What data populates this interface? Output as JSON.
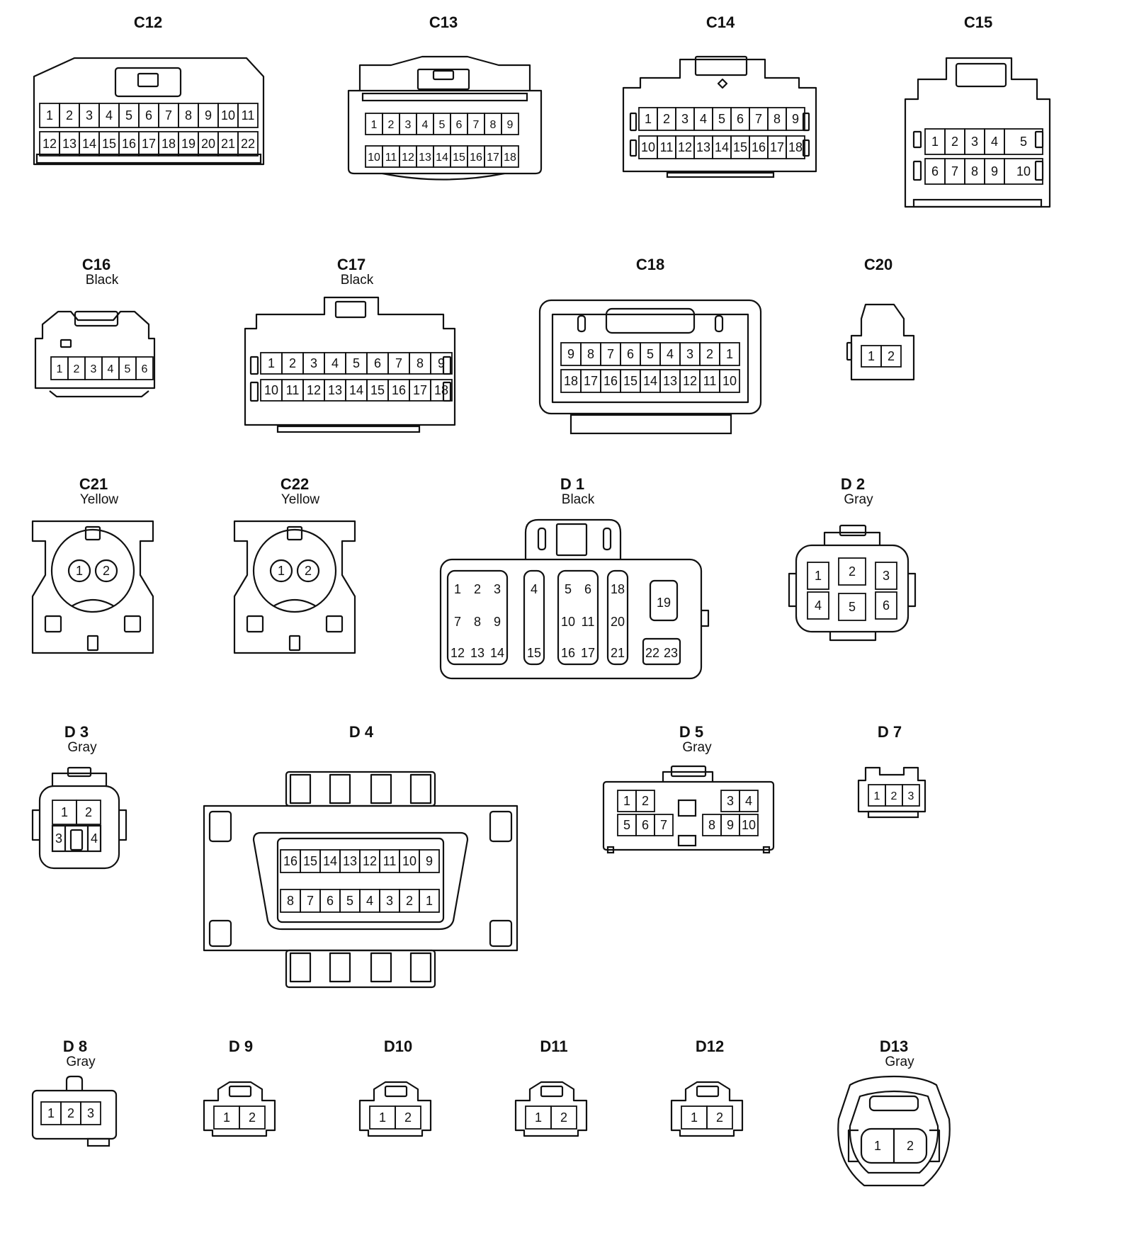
{
  "connectors": [
    {
      "id": "C12",
      "name": "C12",
      "color": "",
      "rows": [
        [
          "1",
          "2",
          "3",
          "4",
          "5",
          "6",
          "7",
          "8",
          "9",
          "10",
          "11"
        ],
        [
          "12",
          "13",
          "14",
          "15",
          "16",
          "17",
          "18",
          "19",
          "20",
          "21",
          "22"
        ]
      ]
    },
    {
      "id": "C13",
      "name": "C13",
      "color": "",
      "rows": [
        [
          "1",
          "2",
          "3",
          "4",
          "5",
          "6",
          "7",
          "8",
          "9"
        ],
        [
          "10",
          "11",
          "12",
          "13",
          "14",
          "15",
          "16",
          "17",
          "18"
        ]
      ]
    },
    {
      "id": "C14",
      "name": "C14",
      "color": "",
      "rows": [
        [
          "1",
          "2",
          "3",
          "4",
          "5",
          "6",
          "7",
          "8",
          "9"
        ],
        [
          "10",
          "11",
          "12",
          "13",
          "14",
          "15",
          "16",
          "17",
          "18"
        ]
      ]
    },
    {
      "id": "C15",
      "name": "C15",
      "color": "",
      "rows": [
        [
          "1",
          "2",
          "3",
          "4",
          "5"
        ],
        [
          "6",
          "7",
          "8",
          "9",
          "10"
        ]
      ]
    },
    {
      "id": "C16",
      "name": "C16",
      "color": "Black",
      "rows": [
        [
          "1",
          "2",
          "3",
          "4",
          "5",
          "6"
        ]
      ]
    },
    {
      "id": "C17",
      "name": "C17",
      "color": "Black",
      "rows": [
        [
          "1",
          "2",
          "3",
          "4",
          "5",
          "6",
          "7",
          "8",
          "9"
        ],
        [
          "10",
          "11",
          "12",
          "13",
          "14",
          "15",
          "16",
          "17",
          "18"
        ]
      ]
    },
    {
      "id": "C18",
      "name": "C18",
      "color": "",
      "rows": [
        [
          "9",
          "8",
          "7",
          "6",
          "5",
          "4",
          "3",
          "2",
          "1"
        ],
        [
          "18",
          "17",
          "16",
          "15",
          "14",
          "13",
          "12",
          "11",
          "10"
        ]
      ]
    },
    {
      "id": "C20",
      "name": "C20",
      "color": "",
      "rows": [
        [
          "1",
          "2"
        ]
      ]
    },
    {
      "id": "C21",
      "name": "C21",
      "color": "Yellow",
      "rows": [
        [
          "1",
          "2"
        ]
      ]
    },
    {
      "id": "C22",
      "name": "C22",
      "color": "Yellow",
      "rows": [
        [
          "1",
          "2"
        ]
      ]
    },
    {
      "id": "D1",
      "name": "D 1",
      "color": "Black",
      "rows": [
        [
          "1",
          "2",
          "3",
          "4",
          "5",
          "6",
          "18",
          "19"
        ],
        [
          "7",
          "8",
          "9",
          "10",
          "11",
          "20"
        ],
        [
          "12",
          "13",
          "14",
          "15",
          "16",
          "17",
          "21",
          "22",
          "23"
        ]
      ]
    },
    {
      "id": "D2",
      "name": "D 2",
      "color": "Gray",
      "rows": [
        [
          "1",
          "2",
          "3"
        ],
        [
          "4",
          "5",
          "6"
        ]
      ]
    },
    {
      "id": "D3",
      "name": "D 3",
      "color": "Gray",
      "rows": [
        [
          "1",
          "2"
        ],
        [
          "3",
          "4"
        ]
      ]
    },
    {
      "id": "D4",
      "name": "D 4",
      "color": "",
      "rows": [
        [
          "16",
          "15",
          "14",
          "13",
          "12",
          "11",
          "10",
          "9"
        ],
        [
          "8",
          "7",
          "6",
          "5",
          "4",
          "3",
          "2",
          "1"
        ]
      ]
    },
    {
      "id": "D5",
      "name": "D 5",
      "color": "Gray",
      "rows": [
        [
          "1",
          "2",
          "3",
          "4"
        ],
        [
          "5",
          "6",
          "7",
          "8",
          "9",
          "10"
        ]
      ]
    },
    {
      "id": "D7",
      "name": "D 7",
      "color": "",
      "rows": [
        [
          "1",
          "2",
          "3"
        ]
      ]
    },
    {
      "id": "D8",
      "name": "D 8",
      "color": "Gray",
      "rows": [
        [
          "1",
          "2",
          "3"
        ]
      ]
    },
    {
      "id": "D9",
      "name": "D 9",
      "color": "",
      "rows": [
        [
          "1",
          "2"
        ]
      ]
    },
    {
      "id": "D10",
      "name": "D10",
      "color": "",
      "rows": [
        [
          "1",
          "2"
        ]
      ]
    },
    {
      "id": "D11",
      "name": "D11",
      "color": "",
      "rows": [
        [
          "1",
          "2"
        ]
      ]
    },
    {
      "id": "D12",
      "name": "D12",
      "color": "",
      "rows": [
        [
          "1",
          "2"
        ]
      ]
    },
    {
      "id": "D13",
      "name": "D13",
      "color": "Gray",
      "rows": [
        [
          "1",
          "2"
        ]
      ]
    }
  ]
}
